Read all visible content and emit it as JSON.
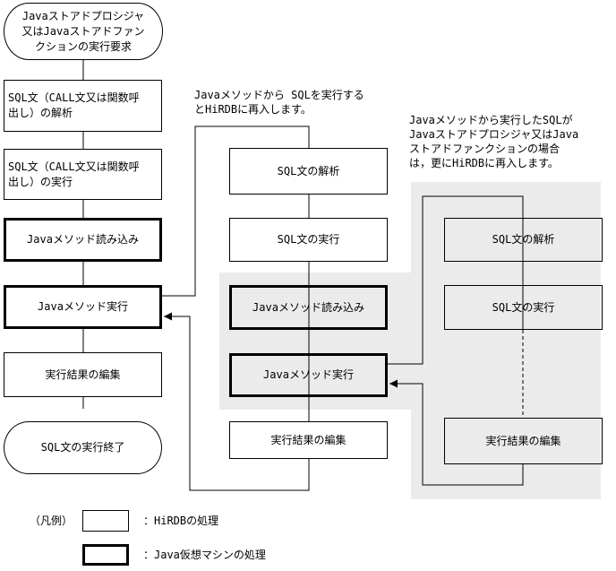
{
  "left_flow": {
    "request": "Javaストアドプロシジャ\n又はJavaストアドファン\nクションの実行要求",
    "parse_sql": "SQL文（CALL文又は関数呼\n出し）の解析",
    "exec_sql": "SQL文（CALL文又は関数呼\n出し）の実行",
    "load_method": "Javaメソッド読み込み",
    "exec_method": "Javaメソッド実行",
    "edit_result": "実行結果の編集",
    "end": "SQL文の実行終了"
  },
  "middle_flow": {
    "note": "Javaメソッドから SQLを実行する\nとHiRDBに再入します。",
    "parse_sql": "SQL文の解析",
    "exec_sql": "SQL文の実行",
    "load_method": "Javaメソッド読み込み",
    "exec_method": "Javaメソッド実行",
    "edit_result": "実行結果の編集"
  },
  "right_flow": {
    "note": "Javaメソッドから実行したSQLが\nJavaストアドプロシジャ又はJava\nストアドファンクションの場合\nは，更にHiRDBに再入します。",
    "parse_sql": "SQL文の解析",
    "exec_sql": "SQL文の実行",
    "edit_result": "実行結果の編集"
  },
  "legend": {
    "title": "（凡例）",
    "hirdb": "：HiRDBの処理",
    "jvm": "：Java仮想マシンの処理"
  },
  "colors": {
    "shade": "#ebebeb",
    "line": "#000000"
  }
}
